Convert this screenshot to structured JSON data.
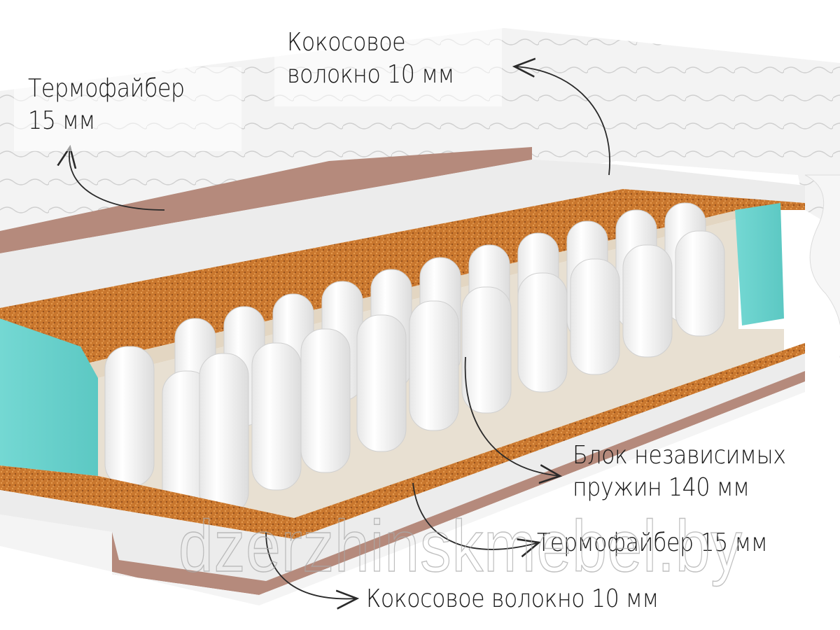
{
  "diagram": {
    "subject": "Pocket spring mattress cross-section",
    "colors": {
      "cover": "#f2f2f2",
      "cover_stitch": "#c8c8c8",
      "thermofiber": "#e9e9e9",
      "felt_brown": "#b58a7c",
      "coconut": "#c9772e",
      "spunbond": "#e3d6c2",
      "foam_teal": "#6fd4cf",
      "spring": "#f7f7f7",
      "label_text": "#1a1a1a"
    },
    "labels": [
      {
        "id": "top-thermofiber",
        "line1": "Термофайбер",
        "line2": "15 мм"
      },
      {
        "id": "top-coconut",
        "line1": "Кокосовое",
        "line2": "волокно 10 мм"
      },
      {
        "id": "spring-block",
        "line1": "Блок независимых",
        "line2": "пружин 140 мм"
      },
      {
        "id": "bottom-thermofiber",
        "line1": "Термофайбер 15 мм"
      },
      {
        "id": "bottom-coconut",
        "line1": "Кокосовое волокно 10 мм"
      }
    ],
    "watermark": "dzerzhinskmebel.by"
  }
}
